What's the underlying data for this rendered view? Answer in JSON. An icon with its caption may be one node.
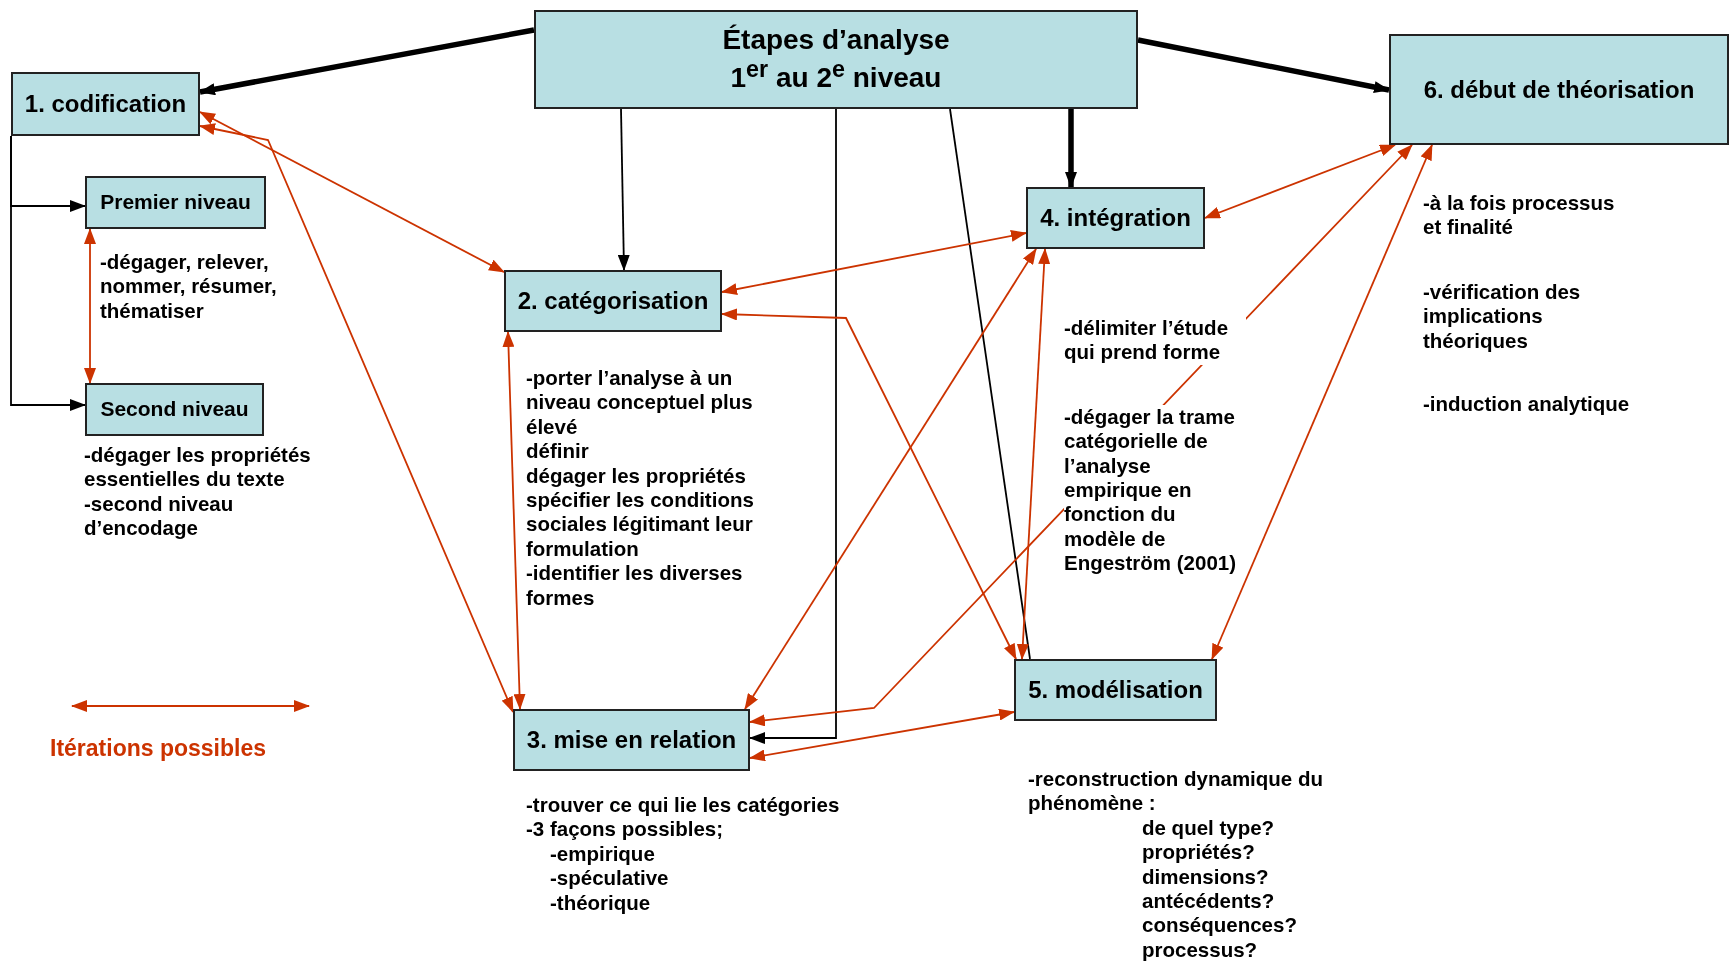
{
  "diagram": {
    "nodes": [
      {
        "text": [
          "Étapes d’analyse 1$^{er}$ au 2$^{e}$ niveau"
        ]
      },
      {
        "text": [
          "1. codification"
        ]
      },
      {
        "text": [
          "Premier niveau"
        ],
        "beside": [
          "-dégager, relever, nommer, résumer, thématiser"
        ]
      },
      {
        "text": [
          "Second niveau"
        ],
        "beside": [
          "-dégager les propriétés essentielles du texte",
          "-second niveau d’encodage"
        ]
      },
      {
        "text": [
          "2. catégorisation"
        ],
        "beside": [
          "-porter l’analyse à un niveau conceptuel plus élevé",
          "définir",
          "dégager les propriétés",
          "spécifier les conditions sociales légitimant leur formulation",
          "-identifier les diverses formes"
        ]
      },
      {
        "text": [
          "4. intégration"
        ],
        "beside": [
          "-délimiter l’étude qui prend forme",
          "-dégager la trame catégorielle de l’analyse empirique en fonction du modèle  de Engeström (2001)"
        ]
      },
      {
        "text": [
          "6. début de théorisation"
        ],
        "beside": [
          "-à la fois processus et finalité",
          "-vérification des implications théoriques",
          "-induction analytique"
        ]
      },
      {
        "text": [
          "5. modélisation"
        ],
        "beside": [
          "-reconstruction dynamique du phénomène :",
          "de quel type?",
          "propriétés?",
          "dimensions?",
          "antécédents?",
          "conséquences?",
          "processus?"
        ]
      },
      {
        "text": [
          "3. mise en relation"
        ],
        "beside": [
          "-trouver ce qui lie les catégories",
          "-3 façons possibles;",
          "-empirique",
          "-spéculative",
          "-théorique"
        ]
      }
    ],
    "edges": [
      {
        "from": 0,
        "to": 1,
        "arrow": "to",
        "style": "thick",
        "color": "#000000"
      },
      {
        "from": 0,
        "to": 4,
        "arrow": "to",
        "color": "#000000"
      },
      {
        "from": 0,
        "to": 8,
        "arrow": "to",
        "color": "#000000"
      },
      {
        "from": 0,
        "to": 5,
        "arrow": "to",
        "style": "thick",
        "color": "#000000"
      },
      {
        "from": 0,
        "to": 7,
        "arrow": "none",
        "color": "#000000"
      },
      {
        "from": 0,
        "to": 6,
        "arrow": "to",
        "style": "thick",
        "color": "#000000"
      },
      {
        "from": 1,
        "to": 2,
        "arrow": "to",
        "color": "#000000"
      },
      {
        "from": 1,
        "to": 3,
        "arrow": "to",
        "color": "#000000"
      },
      {
        "from": 2,
        "to": 3,
        "arrow": "both"
      },
      {
        "from": 1,
        "to": 4,
        "arrow": "both"
      },
      {
        "from": 1,
        "to": 8,
        "arrow": "both"
      },
      {
        "from": 4,
        "to": 8,
        "arrow": "both"
      },
      {
        "from": 4,
        "to": 5,
        "arrow": "both"
      },
      {
        "from": 4,
        "to": 7,
        "arrow": "both"
      },
      {
        "from": 5,
        "to": 8,
        "arrow": "both"
      },
      {
        "from": 5,
        "to": 7,
        "arrow": "both"
      },
      {
        "from": 6,
        "to": 7,
        "arrow": "both"
      },
      {
        "from": 6,
        "to": 5,
        "arrow": "both"
      },
      {
        "from": 6,
        "to": 8,
        "arrow": "both"
      },
      {
        "from": 8,
        "to": 7,
        "arrow": "both"
      }
    ],
    "legend": [
      {
        "text": "Itérations possibles"
      }
    ]
  }
}
